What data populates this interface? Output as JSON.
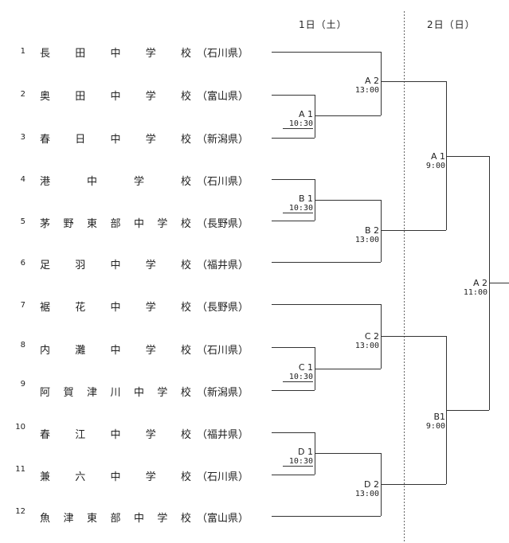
{
  "days": [
    "1日（土）",
    "2日（日）"
  ],
  "teams": [
    {
      "num": "1",
      "name": "長田中学校",
      "pref": "（石川県）"
    },
    {
      "num": "2",
      "name": "奥田中学校",
      "pref": "（富山県）"
    },
    {
      "num": "3",
      "name": "春日中学校",
      "pref": "（新潟県）"
    },
    {
      "num": "4",
      "name": "港中学校",
      "pref": "（石川県）"
    },
    {
      "num": "5",
      "name": "茅野東部中学校",
      "pref": "（長野県）"
    },
    {
      "num": "6",
      "name": "足羽中学校",
      "pref": "（福井県）"
    },
    {
      "num": "7",
      "name": "裾花中学校",
      "pref": "（長野県）"
    },
    {
      "num": "8",
      "name": "内灘中学校",
      "pref": "（石川県）"
    },
    {
      "num": "9",
      "name": "阿賀津川中学校",
      "pref": "（新潟県）"
    },
    {
      "num": "10",
      "name": "春江中学校",
      "pref": "（福井県）"
    },
    {
      "num": "11",
      "name": "兼六中学校",
      "pref": "（石川県）"
    },
    {
      "num": "12",
      "name": "魚津東部中学校",
      "pref": "（富山県）"
    }
  ],
  "matches": {
    "r1": [
      {
        "code": "A 1",
        "time": "10:30"
      },
      {
        "code": "B 1",
        "time": "10:30"
      },
      {
        "code": "C 1",
        "time": "10:30"
      },
      {
        "code": "D 1",
        "time": "10:30"
      }
    ],
    "r2": [
      {
        "code": "A 2",
        "time": "13:00"
      },
      {
        "code": "B 2",
        "time": "13:00"
      },
      {
        "code": "C 2",
        "time": "13:00"
      },
      {
        "code": "D 2",
        "time": "13:00"
      }
    ],
    "sf": [
      {
        "code": "A 1",
        "time": "9:00"
      },
      {
        "code": "B1",
        "time": "9:00"
      }
    ],
    "final": {
      "code": "A 2",
      "time": "11:00"
    }
  }
}
